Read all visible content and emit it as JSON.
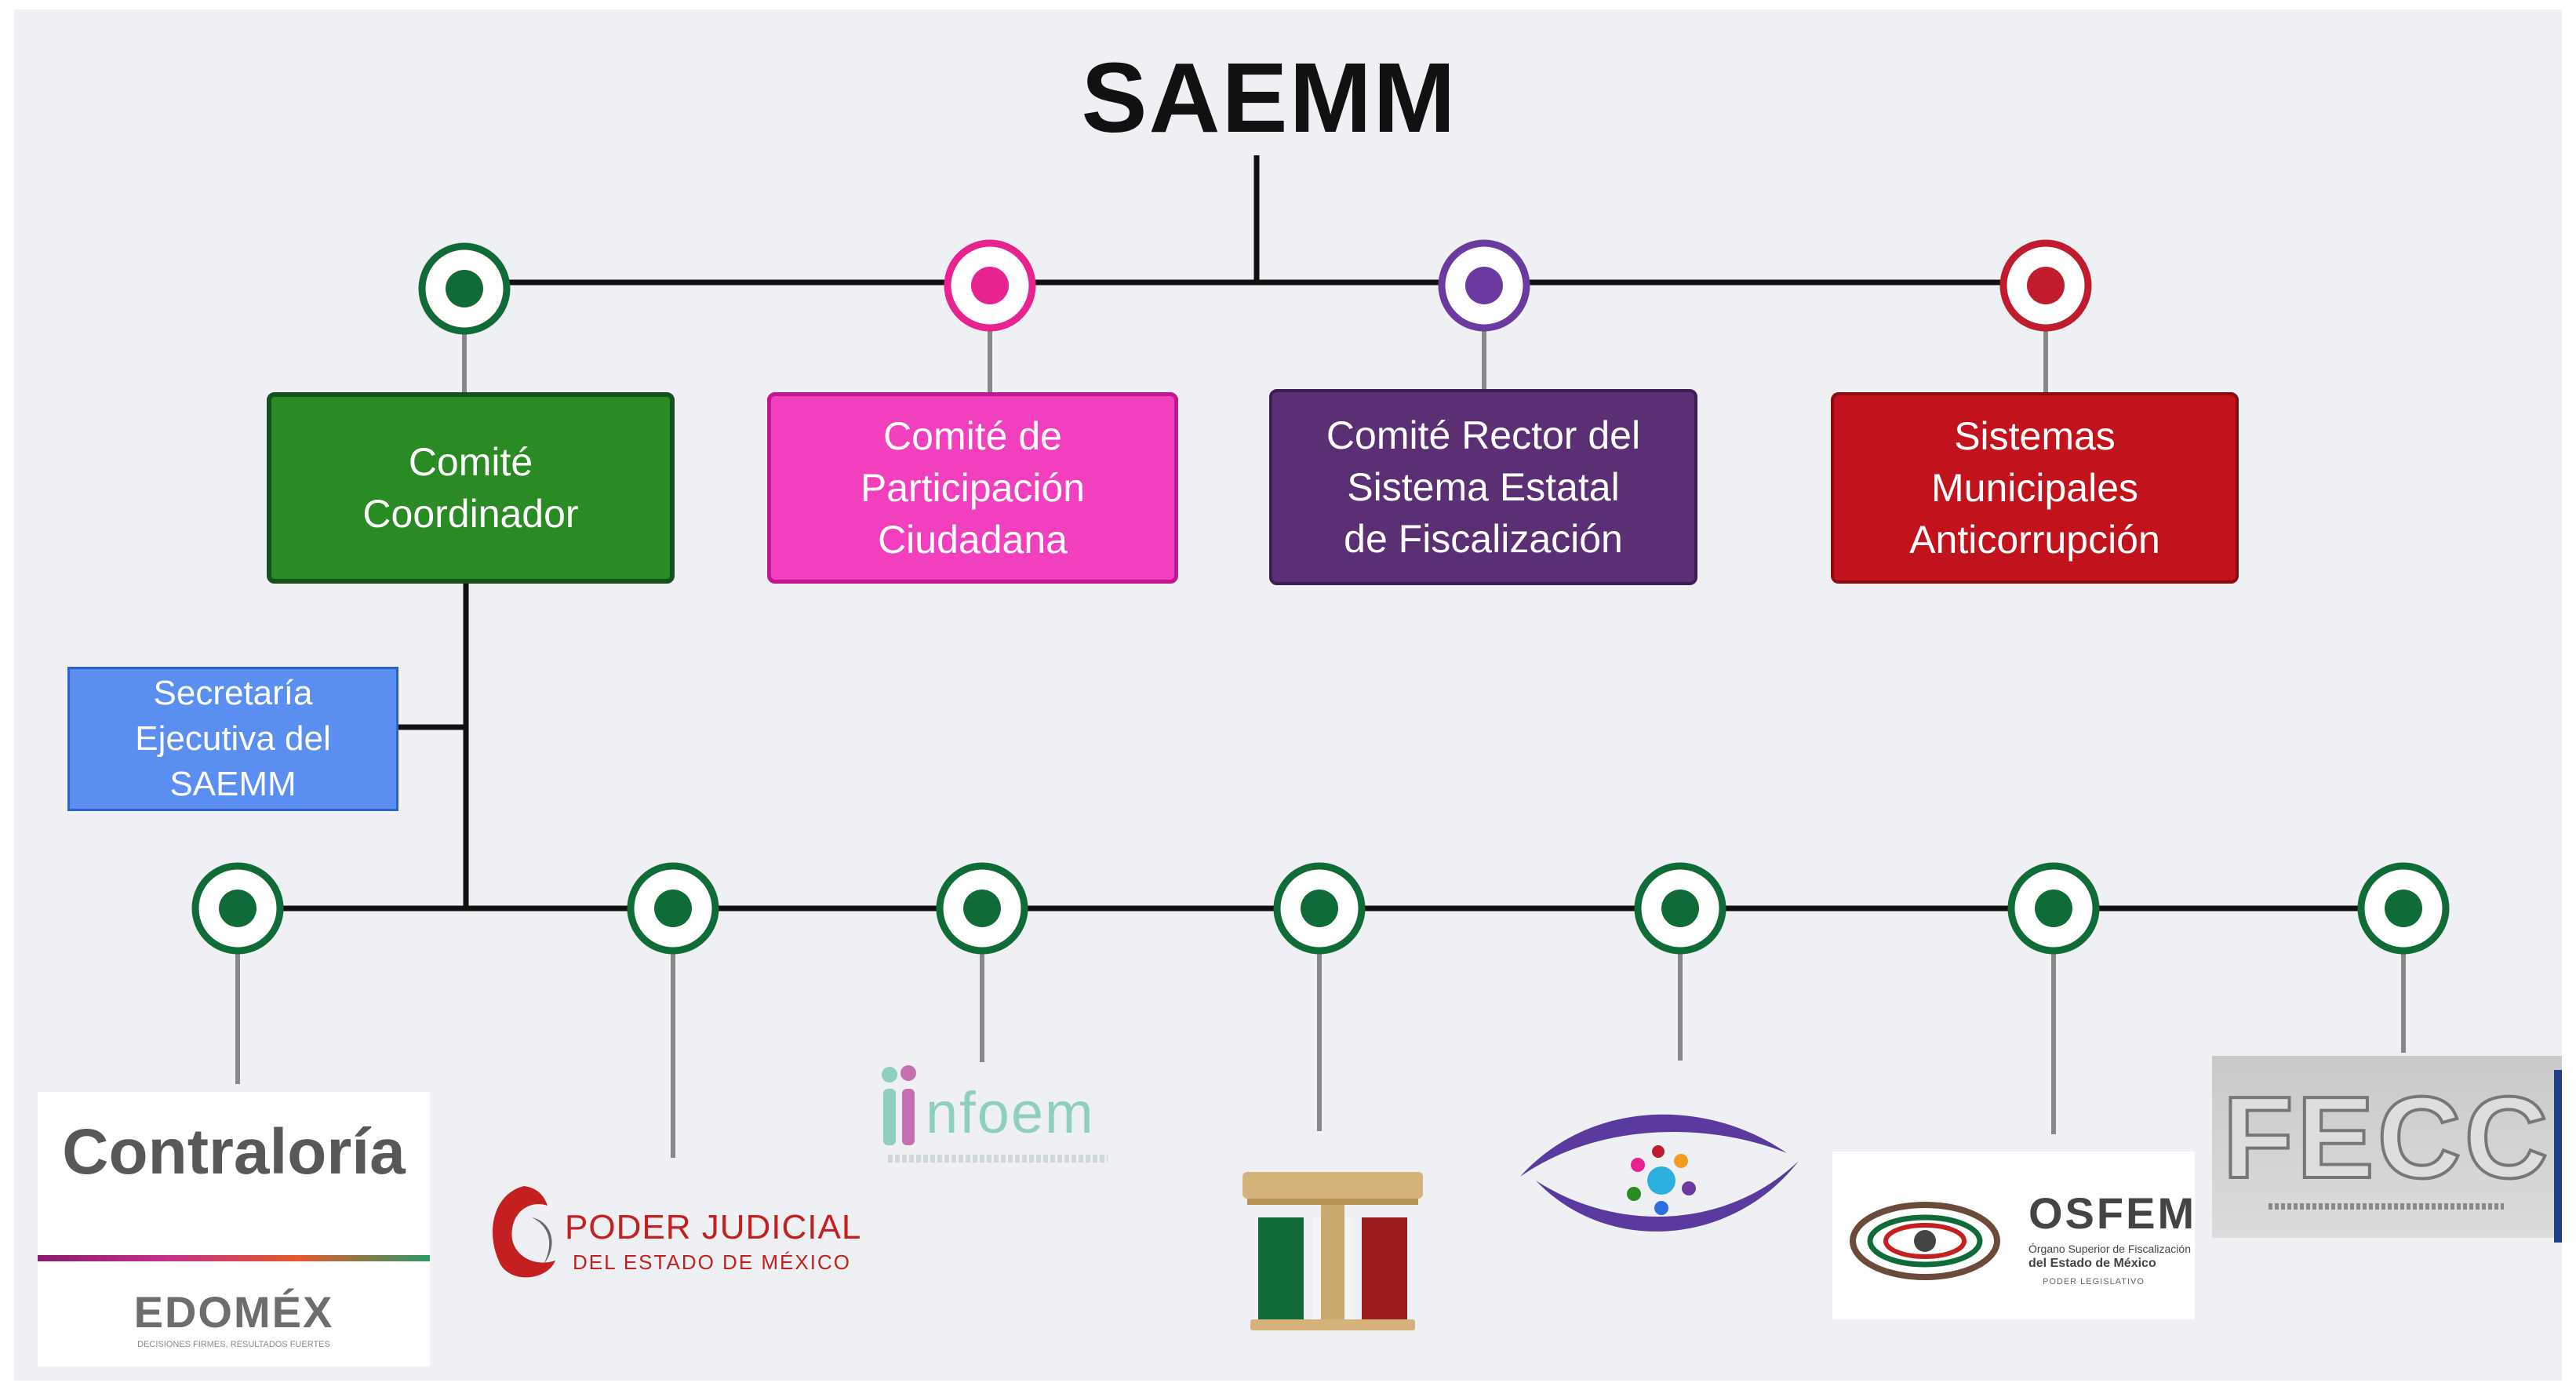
{
  "title": "SAEMM",
  "committees": [
    {
      "lines": [
        "Comité",
        "Coordinador"
      ],
      "color": "#2a8a23",
      "dot": "#1e6b3a"
    },
    {
      "lines": [
        "Comité de",
        "Participación",
        "Ciudadana"
      ],
      "color": "#f23fbe",
      "dot": "#e8238f"
    },
    {
      "lines": [
        "Comité Rector del",
        "Sistema Estatal",
        "de Fiscalización"
      ],
      "color": "#5b2f74",
      "dot": "#6a3aa0"
    },
    {
      "lines": [
        "Sistemas",
        "Municipales",
        "Anticorrupción"
      ],
      "color": "#c2121b",
      "dot": "#c01c2e"
    }
  ],
  "secretaria": {
    "lines": [
      "Secretaría",
      "Ejecutiva del",
      "SAEMM"
    ]
  },
  "logos": {
    "contraloria": {
      "title": "Contraloría",
      "brand": "EDOMÉX",
      "tagline": "DECISIONES FIRMES, RESULTADOS FUERTES"
    },
    "poder_judicial": {
      "line1": "PODER JUDICIAL",
      "line2": "DEL ESTADO DE MÉXICO"
    },
    "infoem": {
      "text": "nfoem"
    },
    "osfem": {
      "name": "OSFEM",
      "line1": "Órgano Superior de Fiscalización",
      "line2": "del Estado de México",
      "line3": "PODER LEGISLATIVO"
    },
    "fecc": {
      "text": "FECC"
    }
  },
  "colors": {
    "node_green": "#0f6b37",
    "line": "#111111",
    "stem": "#888888"
  }
}
